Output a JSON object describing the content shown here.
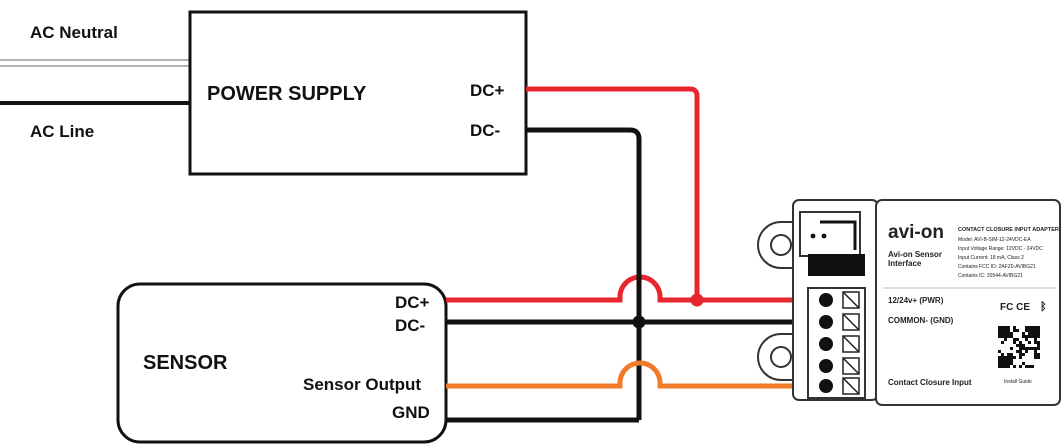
{
  "power_supply": {
    "title": "POWER SUPPLY",
    "inputs": {
      "neutral": "AC Neutral",
      "line": "AC Line"
    },
    "outputs": {
      "pos": "DC+",
      "neg": "DC-"
    }
  },
  "sensor": {
    "title": "SENSOR",
    "terminals": {
      "pos": "DC+",
      "neg": "DC-",
      "output": "Sensor Output",
      "gnd": "GND"
    }
  },
  "adapter": {
    "brand": "avi-on",
    "product_name_line1": "Avi-on Sensor",
    "product_name_line2": "Interface",
    "spec_title": "CONTACT CLOSURE INPUT ADAPTER",
    "spec_lines": [
      "Model: AVI-B-SIM-12-24VDC-EA",
      "Input Voltage Range: 12VDC - 24VDC",
      "Input Current: 18 mA, Class 2",
      "Contains FCC ID: 2AFZ0-AVIBG21",
      "Contains IC: 20544-AVIBG21"
    ],
    "terminal_labels": {
      "pwr": "12/24v+ (PWR)",
      "common": "COMMON- (GND)",
      "contact": "Contact Closure Input"
    },
    "certs": "FC CE",
    "qr_caption": "Install Guide"
  },
  "colors": {
    "dc_pos_wire": "#e8262e",
    "dc_neg_wire": "#111111",
    "sensor_output_wire": "#f07b2a",
    "ac_neutral_wire": "#bbbbbb"
  }
}
